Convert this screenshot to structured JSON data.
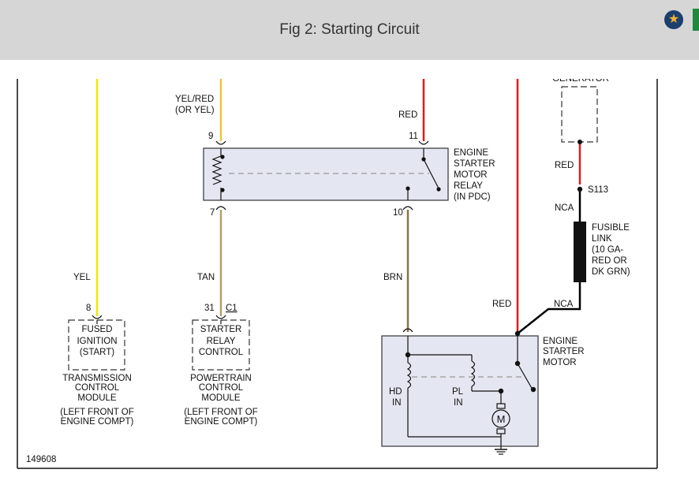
{
  "header": {
    "title": "Fig 2: Starting Circuit",
    "star_icon": "star-badge-icon",
    "green_icon": "green-action-button"
  },
  "colors": {
    "yel": "#f2e700",
    "yel_red": "#e8c640",
    "red": "#e01b1b",
    "tan": "#b3a06a",
    "brn": "#8a7340",
    "nca": "#000000"
  },
  "diagram": {
    "figure_id": "149608",
    "generator_label": "GENERATOR",
    "wires": {
      "yel_red": "YEL/RED",
      "or_yel": "(OR YEL)",
      "red_top": "RED",
      "yel": "YEL",
      "tan": "TAN",
      "brn": "BRN",
      "red_gen": "RED",
      "red_motor": "RED",
      "nca_top": "NCA",
      "nca_bottom": "NCA"
    },
    "pins": {
      "p9": "9",
      "p11": "11",
      "p7": "7",
      "p10": "10",
      "p8": "8",
      "p31": "31",
      "c1": "C1"
    },
    "splice": "S113",
    "relay": {
      "line1": "ENGINE",
      "line2": "STARTER",
      "line3": "MOTOR",
      "line4": "RELAY",
      "line5": "(IN PDC)"
    },
    "fusible_link": {
      "line1": "FUSIBLE",
      "line2": "LINK",
      "line3": "(10 GA-",
      "line4": "RED OR",
      "line5": "DK GRN)"
    },
    "tcm": {
      "box_line1": "FUSED",
      "box_line2": "IGNITION",
      "box_line3": "(START)",
      "name_line1": "TRANSMISSION",
      "name_line2": "CONTROL",
      "name_line3": "MODULE",
      "loc_line1": "(LEFT FRONT OF",
      "loc_line2": "ENGINE COMPT)"
    },
    "pcm": {
      "box_line1": "STARTER",
      "box_line2": "RELAY",
      "box_line3": "CONTROL",
      "name_line1": "POWERTRAIN",
      "name_line2": "CONTROL",
      "name_line3": "MODULE",
      "loc_line1": "(LEFT FRONT OF",
      "loc_line2": "ENGINE COMPT)"
    },
    "motor": {
      "line1": "ENGINE",
      "line2": "STARTER",
      "line3": "MOTOR",
      "hd1": "HD",
      "hd2": "IN",
      "pl1": "PL",
      "pl2": "IN",
      "m": "M"
    }
  }
}
